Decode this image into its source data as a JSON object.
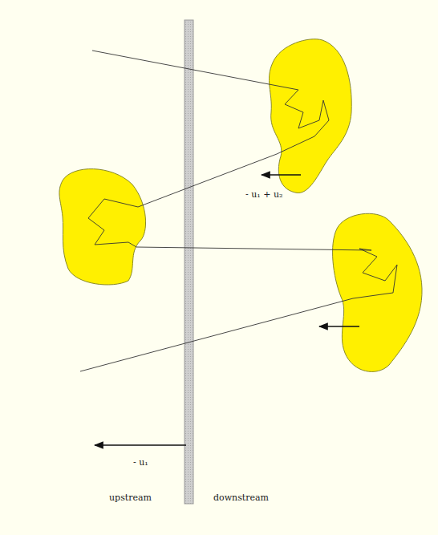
{
  "diagram": {
    "labels": [
      "- u₁ + u₂",
      "- u₁",
      "upstream",
      "downstream"
    ]
  }
}
